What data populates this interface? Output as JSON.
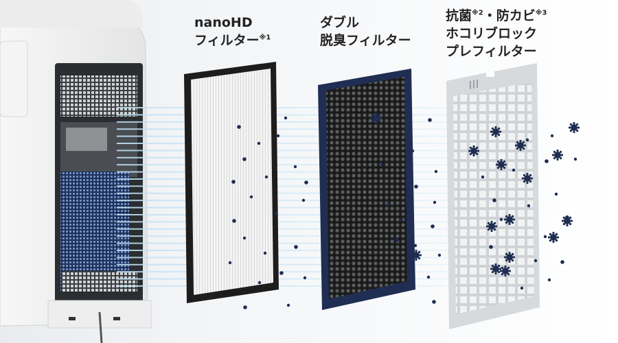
{
  "labels": {
    "nano": {
      "line1": "nanoHD",
      "line2_text": "フィルター",
      "line2_note": "※1"
    },
    "deodor": {
      "line1": "ダブル",
      "line2": "脱臭フィルター"
    },
    "pre": {
      "line1_a": "抗菌",
      "line1_note_a": "※2",
      "line1_sep": "・",
      "line1_b": "防カビ",
      "line1_note_b": "※3",
      "line2": "ホコリブロック",
      "line3": "プレフィルター"
    }
  },
  "colors": {
    "text": "#222222",
    "particle": "#1e2d50",
    "deodor_frame": "#1f2e52",
    "nano_frame": "#222222",
    "prefilter": "#dcdfe2",
    "airflow": "#cfe4f2"
  },
  "icons": {
    "particle": "dust-particle-icon",
    "mold": "mold-spore-icon"
  }
}
